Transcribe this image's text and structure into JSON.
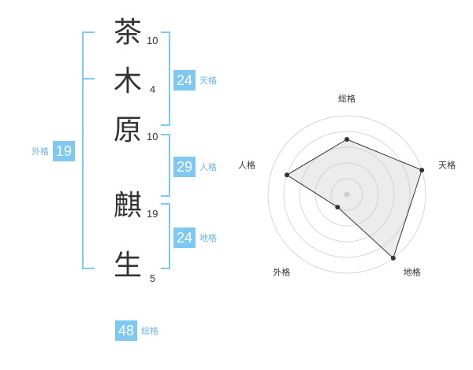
{
  "name": {
    "characters": [
      {
        "char": "茶",
        "strokes": "10"
      },
      {
        "char": "木",
        "strokes": "4"
      },
      {
        "char": "原",
        "strokes": "10"
      },
      {
        "char": "麒",
        "strokes": "19"
      },
      {
        "char": "生",
        "strokes": "5"
      }
    ]
  },
  "fortunes": {
    "tenkaku": {
      "value": "24",
      "label": "天格"
    },
    "jinkaku": {
      "value": "29",
      "label": "人格"
    },
    "chikaku": {
      "value": "24",
      "label": "地格"
    },
    "gaikaku": {
      "value": "19",
      "label": "外格"
    },
    "soukaku": {
      "value": "48",
      "label": "総格"
    }
  },
  "colors": {
    "accent": "#7ec8f2",
    "accent_text": "#6bb6e6"
  },
  "chart_data": {
    "type": "radar",
    "axes": [
      "総格",
      "天格",
      "地格",
      "外格",
      "人格"
    ],
    "levels": 5,
    "values": [
      3.5,
      5,
      5,
      1,
      4
    ],
    "max": 5,
    "grid": true
  }
}
